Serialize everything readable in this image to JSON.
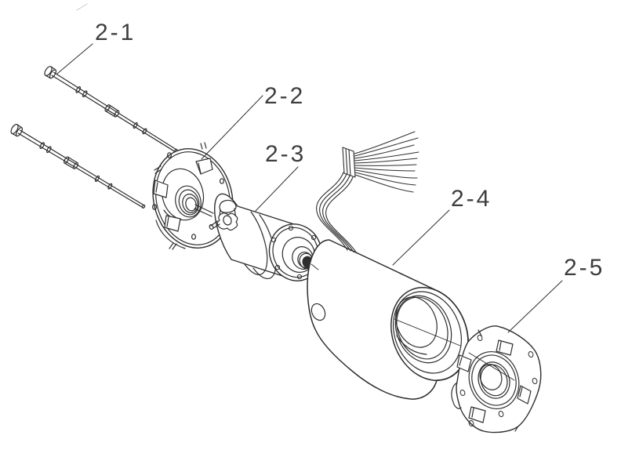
{
  "figure": {
    "type": "exploded-view-technical-drawing",
    "background_color": "#ffffff",
    "line_color": "#2e2e2e",
    "callouts": [
      {
        "label": "2-1"
      },
      {
        "label": "2-2"
      },
      {
        "label": "2-3"
      },
      {
        "label": "2-4"
      },
      {
        "label": "2-5"
      }
    ]
  }
}
